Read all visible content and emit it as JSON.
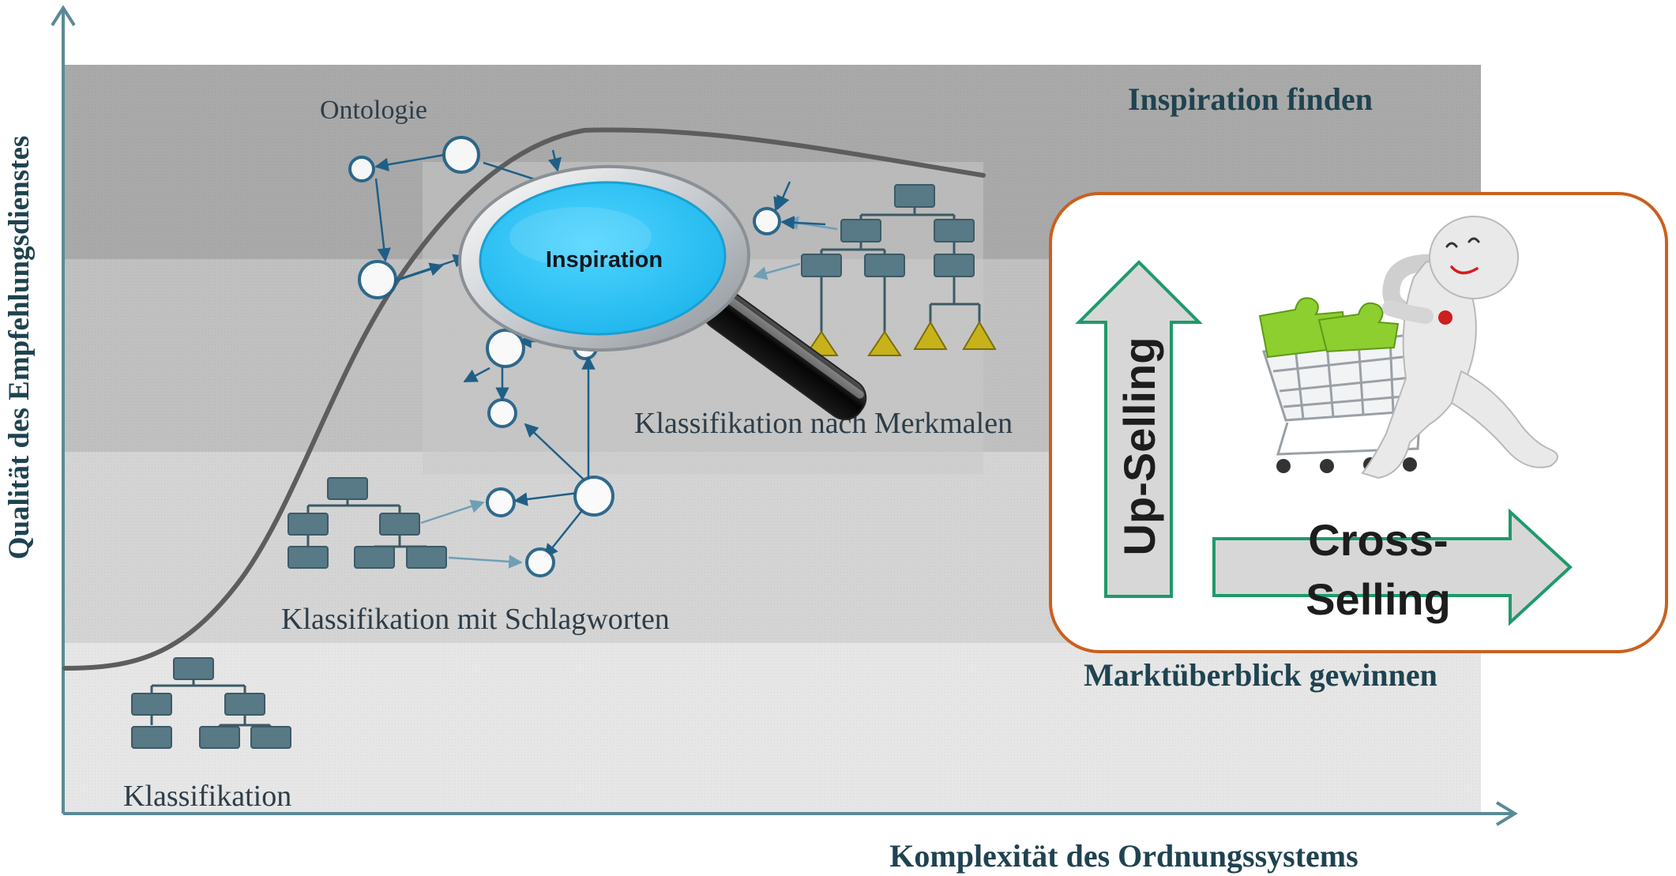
{
  "axes": {
    "y_label": "Qualität des Empfehlungsdienstes",
    "x_label": "Komplexität des Ordnungssystems"
  },
  "levels": {
    "top_right": "Inspiration finden",
    "bottom_right": "Marktüberblick gewinnen"
  },
  "labels": {
    "klassifikation": "Klassifikation",
    "schlagworte": "Klassifikation mit Schlagworten",
    "merkmale": "Klassifikation nach Merkmalen",
    "ontologie": "Ontologie"
  },
  "magnifier": {
    "label": "Inspiration"
  },
  "box": {
    "up": "Up-Selling",
    "cross_line1": "Cross-",
    "cross_line2": "Selling"
  },
  "colors": {
    "axis": "#5a8a96",
    "node": "#1f5f86",
    "tree_box": "#587986",
    "box_border": "#c9601f",
    "arrow_green": "#1f9a6a",
    "lens": "#33c8f8"
  }
}
